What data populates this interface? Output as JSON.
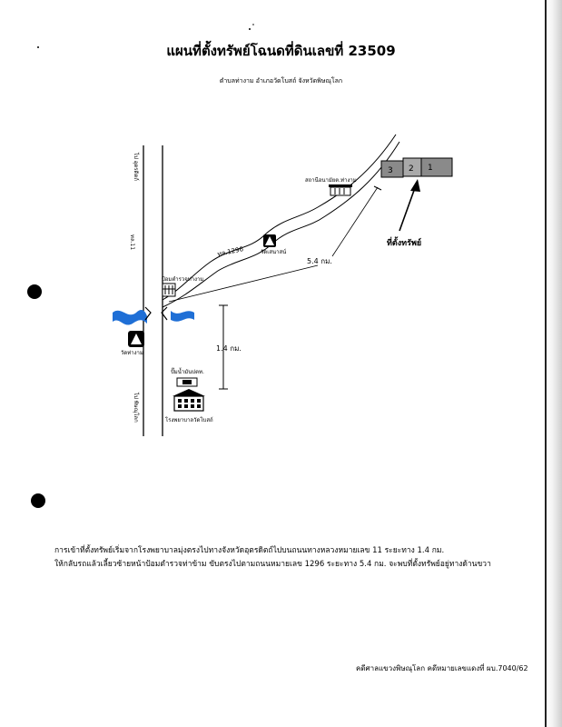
{
  "document": {
    "title": "แผนที่ตั้งทรัพย์โฉนดที่ดินเลขที่ 23509",
    "subtitle": "ตำบลท่างาม อำเภอวัดโบสถ์ จังหวัดพิษณุโลก",
    "footer": "คดีศาลแขวงพิษณุโลก คดีหมายเลขแดงที่ ผบ.7040/62"
  },
  "map": {
    "road_label": "ทล.11",
    "road_label_1296": "ทล.1296",
    "to_north": "ไป อุตรดิตถ์",
    "to_south": "ไป พิษณุโลก",
    "gas_station": "ปั๊มน้ำมันปตท.",
    "hospital": "โรงพยาบาลวัดโบสถ์",
    "police_post": "ป้อมตำรวจท่างาม",
    "temple_left": "วัดท่างาม",
    "temple_mid": "วัดเสนาสน์",
    "health_station": "สถานีอนามัยต.ท่างาม",
    "property_label": "ที่ตั้งทรัพย์",
    "dist_short": "1.4 กม.",
    "dist_long": "5.4 กม.",
    "plots": [
      "3",
      "2",
      "1"
    ]
  },
  "description": {
    "line1": "การเข้าที่ตั้งทรัพย์เริ่มจากโรงพยาบาลมุ่งตรงไปทางจังหวัดอุตรดิตถ์ไปบนถนนทางหลวงหมายเลข 11 ระยะทาง 1.4 กม.",
    "line2": "ให้กลับรถแล้วเลี้ยวซ้ายหน้าป้อมตำรวจท่าข้าม ขับตรงไปตามถนนหมายเลข 1296 ระยะทาง 5.4 กม. จะพบที่ตั้งทรัพย์อยู่ทางด้านขวา"
  },
  "colors": {
    "river": "#1f6fd6",
    "ink": "#000000",
    "plot_fill": "#8a8a8a"
  }
}
